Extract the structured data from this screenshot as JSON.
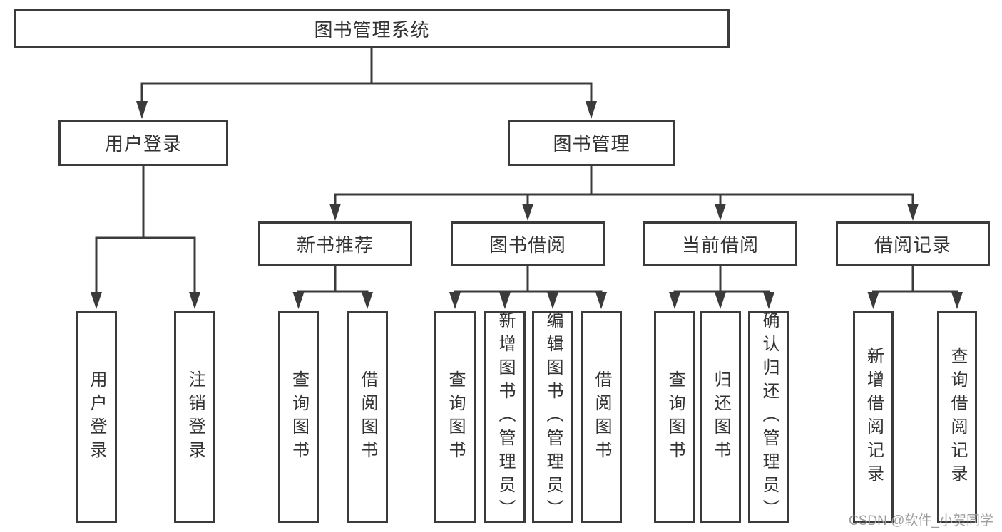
{
  "diagram": {
    "root": {
      "label": "图书管理系统"
    },
    "level2": [
      {
        "label": "用户登录"
      },
      {
        "label": "图书管理"
      }
    ],
    "level3": [
      {
        "label": "新书推荐"
      },
      {
        "label": "图书借阅"
      },
      {
        "label": "当前借阅"
      },
      {
        "label": "借阅记录"
      }
    ],
    "leaves": {
      "user_login": [
        "用户登录",
        "注销登录"
      ],
      "new_book_recommend": [
        "查询图书",
        "借阅图书"
      ],
      "book_borrow": [
        "查询图书",
        "新增图书（管理员）",
        "编辑图书（管理员）",
        "借阅图书"
      ],
      "current_borrow": [
        "查询图书",
        "归还图书",
        "确认归还（管理员）"
      ],
      "borrow_records": [
        "新增借阅记录",
        "查询借阅记录"
      ]
    }
  },
  "watermark": {
    "text": "CSDN @软件_小贺同学"
  },
  "colors": {
    "line": "#3b3b3b",
    "text": "#333333",
    "watermark": "#9d9d9d",
    "background": "#ffffff"
  }
}
